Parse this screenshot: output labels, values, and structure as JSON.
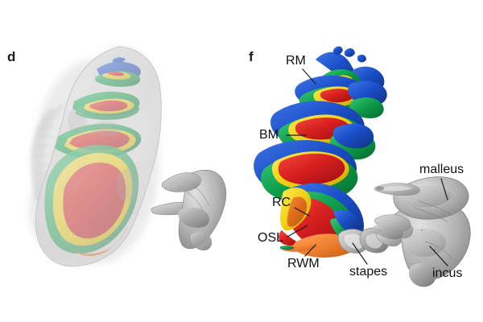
{
  "figure": {
    "type": "scientific-figure-3d-renderings",
    "background_color": "#ffffff",
    "panels": [
      {
        "letter": "d",
        "description": "Semi-transparent bony labyrinth with internal cochlear soft-tissue structures and ossicles",
        "transparency": "translucent gray bone shell overlaying muted color structures"
      },
      {
        "letter": "f",
        "description": "Isolated cochlear soft-tissue spiral in saturated colors with ossicular chain",
        "transparency": "opaque"
      }
    ],
    "labels": [
      {
        "id": "rm",
        "text": "RM",
        "meaning": "Reissner's membrane"
      },
      {
        "id": "bm",
        "text": "BM",
        "meaning": "basilar membrane"
      },
      {
        "id": "rc",
        "text": "RC",
        "meaning": "Rosenthal's canal"
      },
      {
        "id": "osl",
        "text": "OSL",
        "meaning": "osseous spiral lamina"
      },
      {
        "id": "rwm",
        "text": "RWM",
        "meaning": "round window membrane"
      },
      {
        "id": "stapes",
        "text": "stapes",
        "meaning": "stapes ossicle"
      },
      {
        "id": "malleus",
        "text": "malleus",
        "meaning": "malleus ossicle"
      },
      {
        "id": "incus",
        "text": "incus",
        "meaning": "incus ossicle"
      }
    ],
    "colors": {
      "reissners_membrane_blue": "#1b4fc8",
      "basilar_membrane_green": "#0f9e4a",
      "rosenthals_canal_yellow": "#f2d318",
      "osseous_spiral_lamina_red": "#d81f1f",
      "round_window_membrane_orange": "#f08030",
      "bone_gray": "#a8a8a8",
      "ossicle_gray": "#9a9a9a",
      "translucent_bone_gray": "#cfcfcf",
      "label_text": "#111111",
      "leader_line": "#1a1a1a",
      "background": "#ffffff"
    }
  }
}
